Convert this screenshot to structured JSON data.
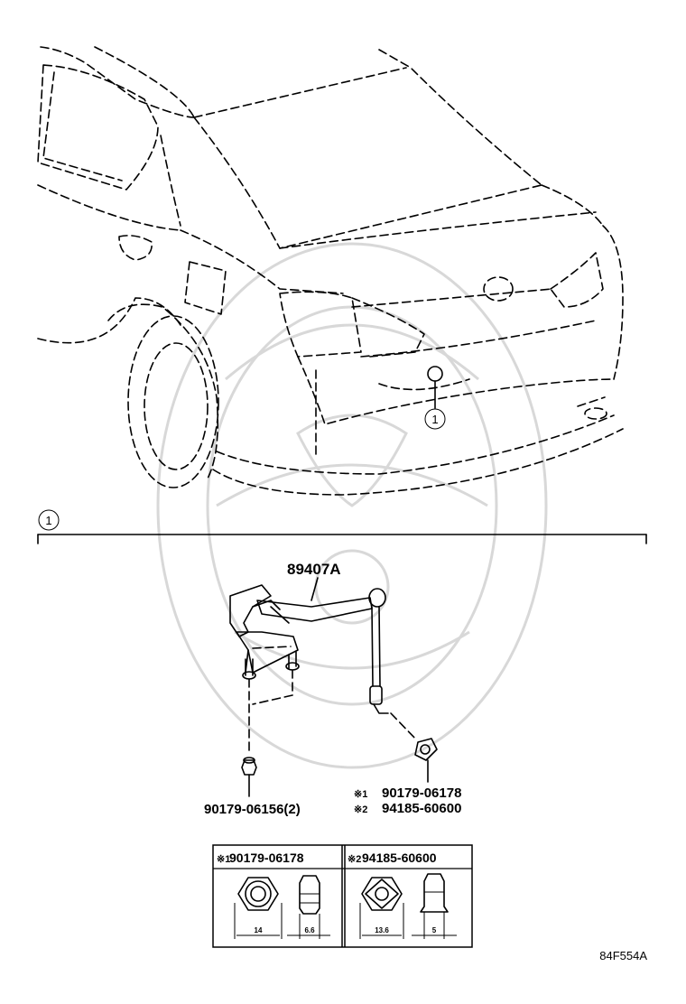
{
  "callout_number": "1",
  "parts": {
    "sensor": "89407A",
    "bolt": "90179-06156(2)",
    "nut_1_mark": "※1",
    "nut_1": "90179-06178",
    "nut_2_mark": "※2",
    "nut_2": "94185-60600"
  },
  "table": {
    "col1_header_mark": "※1",
    "col1_header": "90179-06178",
    "col2_header_mark": "※2",
    "col2_header": "94185-60600",
    "col1_width": "14",
    "col1_thickness": "6.6",
    "col2_width": "13.6",
    "col2_thickness": "5"
  },
  "figure_code": "84F554A"
}
